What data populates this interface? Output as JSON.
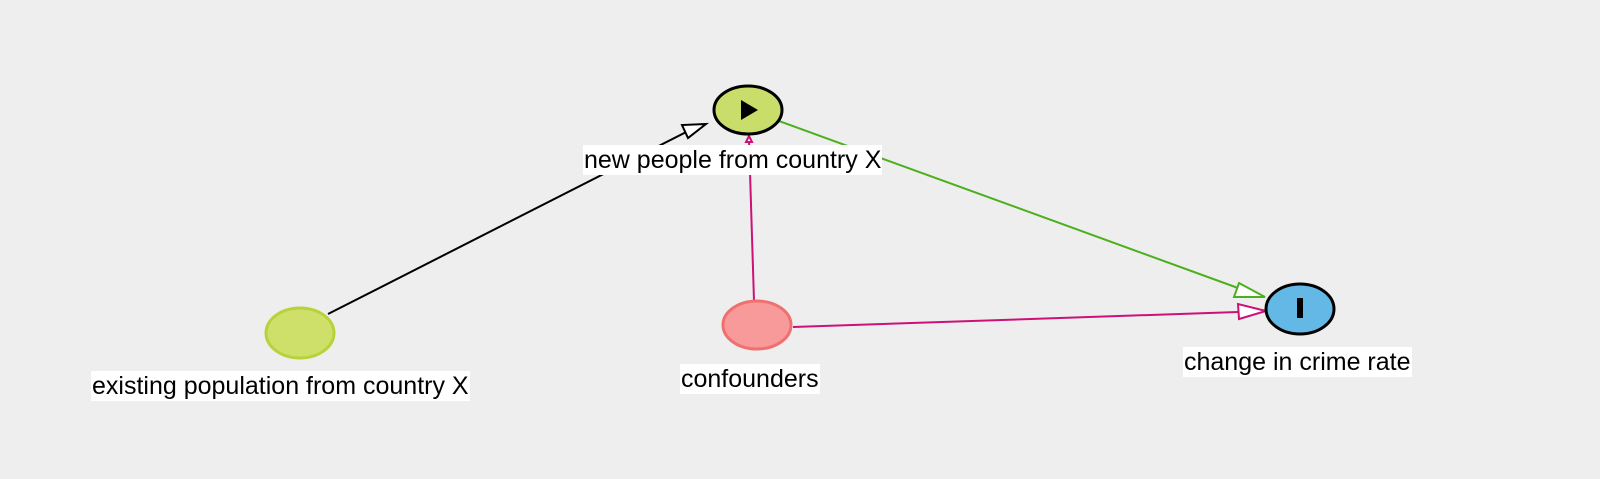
{
  "diagram": {
    "nodes": [
      {
        "id": "new_people",
        "label": "new people from country X",
        "role": "exposure",
        "fill": "#c8dd6a",
        "stroke": "#000000",
        "icon": "play-icon"
      },
      {
        "id": "existing_population",
        "label": "existing population from country X",
        "role": "ancestor of exposure",
        "fill": "#cedf6a",
        "stroke": "#b8d23a",
        "icon": ""
      },
      {
        "id": "confounders",
        "label": "confounders",
        "role": "ancestor of exposure and outcome",
        "fill": "#f89a9a",
        "stroke": "#f07070",
        "icon": ""
      },
      {
        "id": "crime_rate",
        "label": "change in crime rate",
        "role": "outcome",
        "fill": "#64b8e6",
        "stroke": "#000000",
        "icon": "outcome-bar-icon"
      }
    ],
    "edges": [
      {
        "from": "existing_population",
        "to": "new_people",
        "color": "#000000"
      },
      {
        "from": "new_people",
        "to": "crime_rate",
        "color": "#4caf1e"
      },
      {
        "from": "confounders",
        "to": "new_people",
        "color": "#cc1177"
      },
      {
        "from": "confounders",
        "to": "crime_rate",
        "color": "#cc1177"
      }
    ]
  }
}
